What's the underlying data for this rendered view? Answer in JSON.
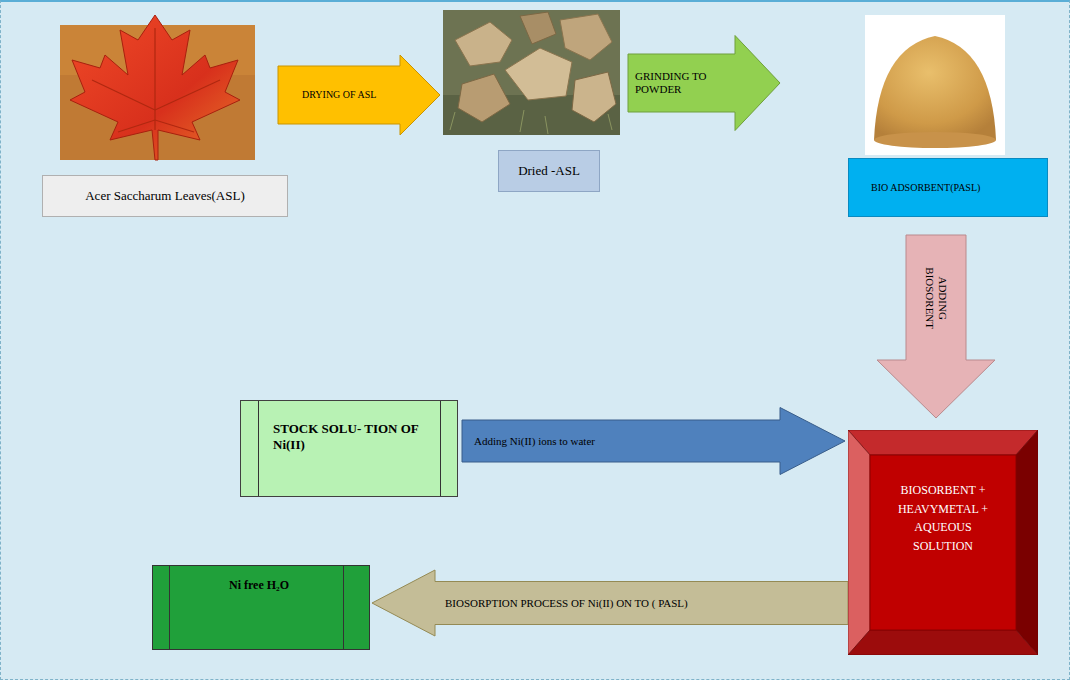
{
  "diagram": {
    "nodes": [
      {
        "text": [
          "Acer Saccharum Leaves(ASL)"
        ]
      },
      {
        "text": [
          "Dried -ASL"
        ]
      },
      {
        "text": [
          "BIO ADSORBENT(PASL)"
        ]
      },
      {
        "text": [
          "STOCK SOLU- TION OF Ni(II)"
        ]
      },
      {
        "text": [
          "BIOSORBENT + HEAVYMETAL + AQUEOUS SOLUTION"
        ]
      },
      {
        "text": [
          "Ni free H₂O"
        ]
      }
    ],
    "edges": [
      {
        "from": 0,
        "to": 1,
        "arrow": "to",
        "label": "DRYING OF ASL"
      },
      {
        "from": 1,
        "to": 2,
        "arrow": "to",
        "label": "GRINDING TO POWDER"
      },
      {
        "from": 2,
        "to": 4,
        "arrow": "to",
        "label": "ADDING BIOSORENT"
      },
      {
        "from": 3,
        "to": 4,
        "arrow": "to",
        "label": "Adding Ni(II) ions to water"
      },
      {
        "from": 4,
        "to": 5,
        "arrow": "to",
        "label": "BIOSORPTION PROCESS OF Ni(II) ON TO ( PASL)"
      }
    ]
  }
}
